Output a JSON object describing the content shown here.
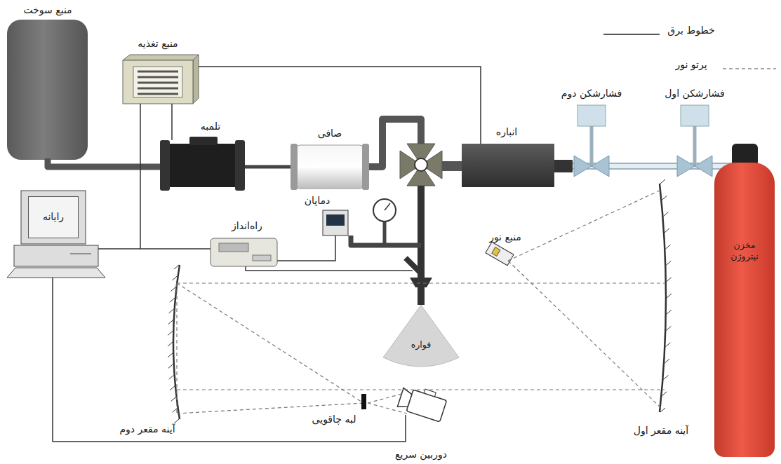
{
  "diagram": {
    "nodes": [
      {
        "text": [
          "رایانه"
        ]
      },
      {
        "text": [
          "مخزن نیتروژن"
        ]
      },
      {
        "text": [
          "فواره"
        ]
      }
    ],
    "labels": [
      "منبع سوخت",
      "منبع تغذیه",
      "تلمبه",
      "صافی",
      "انباره",
      "فشارشکن دوم",
      "فشارشکن اول",
      "دماپان",
      "راه‌انداز",
      "منبع نور",
      "آینه مقعر اول",
      "آینه مقعر دوم",
      "لبه چاقویی",
      "دوربین سریع"
    ],
    "legend": [
      {
        "text": "خطوط برق"
      },
      {
        "text": "پرتو نور"
      }
    ]
  }
}
